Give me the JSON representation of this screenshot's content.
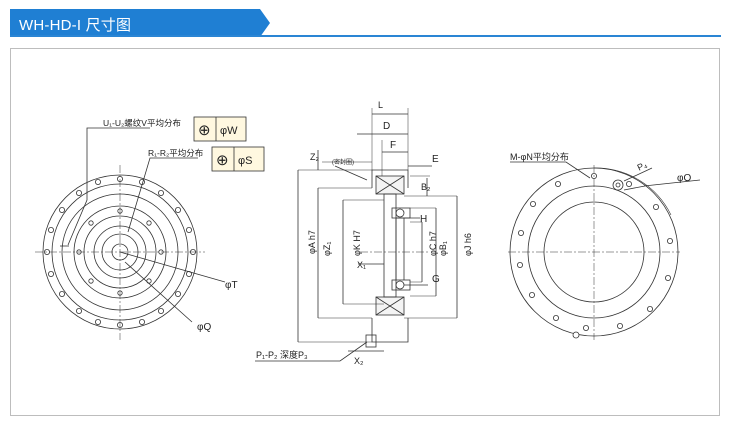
{
  "header": {
    "title": "WH-HD-I 尺寸图",
    "accent": "#1f7fd3"
  },
  "left_view": {
    "u_label": "U₁-U₂螺纹V平均分布",
    "r_label": "R₁-R₂平均分布",
    "fcf_top": {
      "symbol": "⊕",
      "value": "φW"
    },
    "fcf_bottom": {
      "symbol": "⊕",
      "value": "φS"
    },
    "phi_t": "φT",
    "phi_q": "φQ"
  },
  "section_view": {
    "L": "L",
    "D": "D",
    "F": "F",
    "E": "E",
    "Z2": "Z₂",
    "B2": "B₂",
    "H": "H",
    "G": "G",
    "phiAh7": "φA h7",
    "phiZ1": "φZ₁",
    "phiKH7": "φK H7",
    "X1": "X₁",
    "phiCh7": "φC h7",
    "phiB1": "φB₁",
    "phiJh6": "φJ h6",
    "seal_tag": "(密封圈)",
    "p_label": "P₁-P₂ 深度P₃",
    "X2": "X₂"
  },
  "right_view": {
    "m_label": "M-φN平均分布",
    "P4": "P₄",
    "phiO": "φO"
  }
}
